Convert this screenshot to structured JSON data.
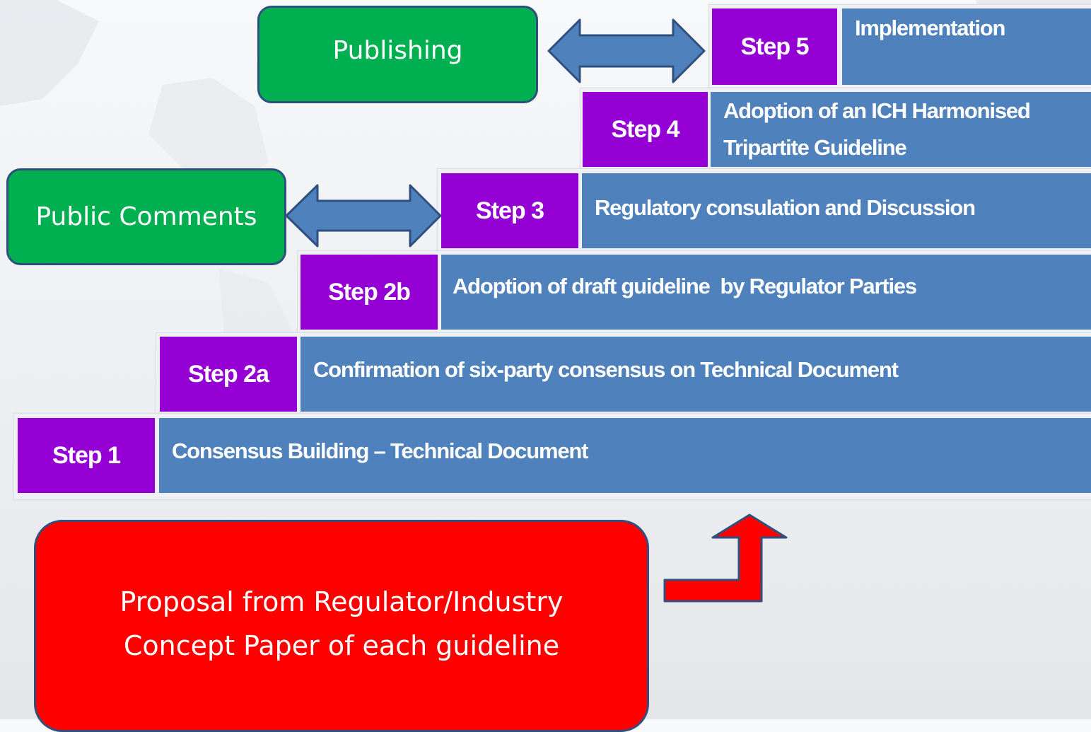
{
  "steps": [
    {
      "label": "Step 5",
      "description": "Implementation"
    },
    {
      "label": "Step 4",
      "description_line1": "Adoption of an ICH Harmonised",
      "description_line2": "Tripartite Guideline"
    },
    {
      "label": "Step 3",
      "description": "Regulatory consulation and Discussion"
    },
    {
      "label": "Step 2b",
      "description": "Adoption of draft guideline  by Regulator Parties"
    },
    {
      "label": "Step 2a",
      "description": "Confirmation of six-party consensus on Technical Document"
    },
    {
      "label": "Step 1",
      "description": "Consensus Building – Technical Document"
    }
  ],
  "side_boxes": {
    "publishing": "Publishing",
    "public_comments": "Public Comments"
  },
  "proposal": {
    "line1": "Proposal  from Regulator/Industry",
    "line2": "Concept Paper of each guideline"
  },
  "colors": {
    "step_label": "#9400d3",
    "step_description": "#4f81bd",
    "side_box": "#00b050",
    "proposal_box": "#ff0000",
    "double_arrow": "#4f81bd",
    "bent_arrow": "#ff0000"
  }
}
